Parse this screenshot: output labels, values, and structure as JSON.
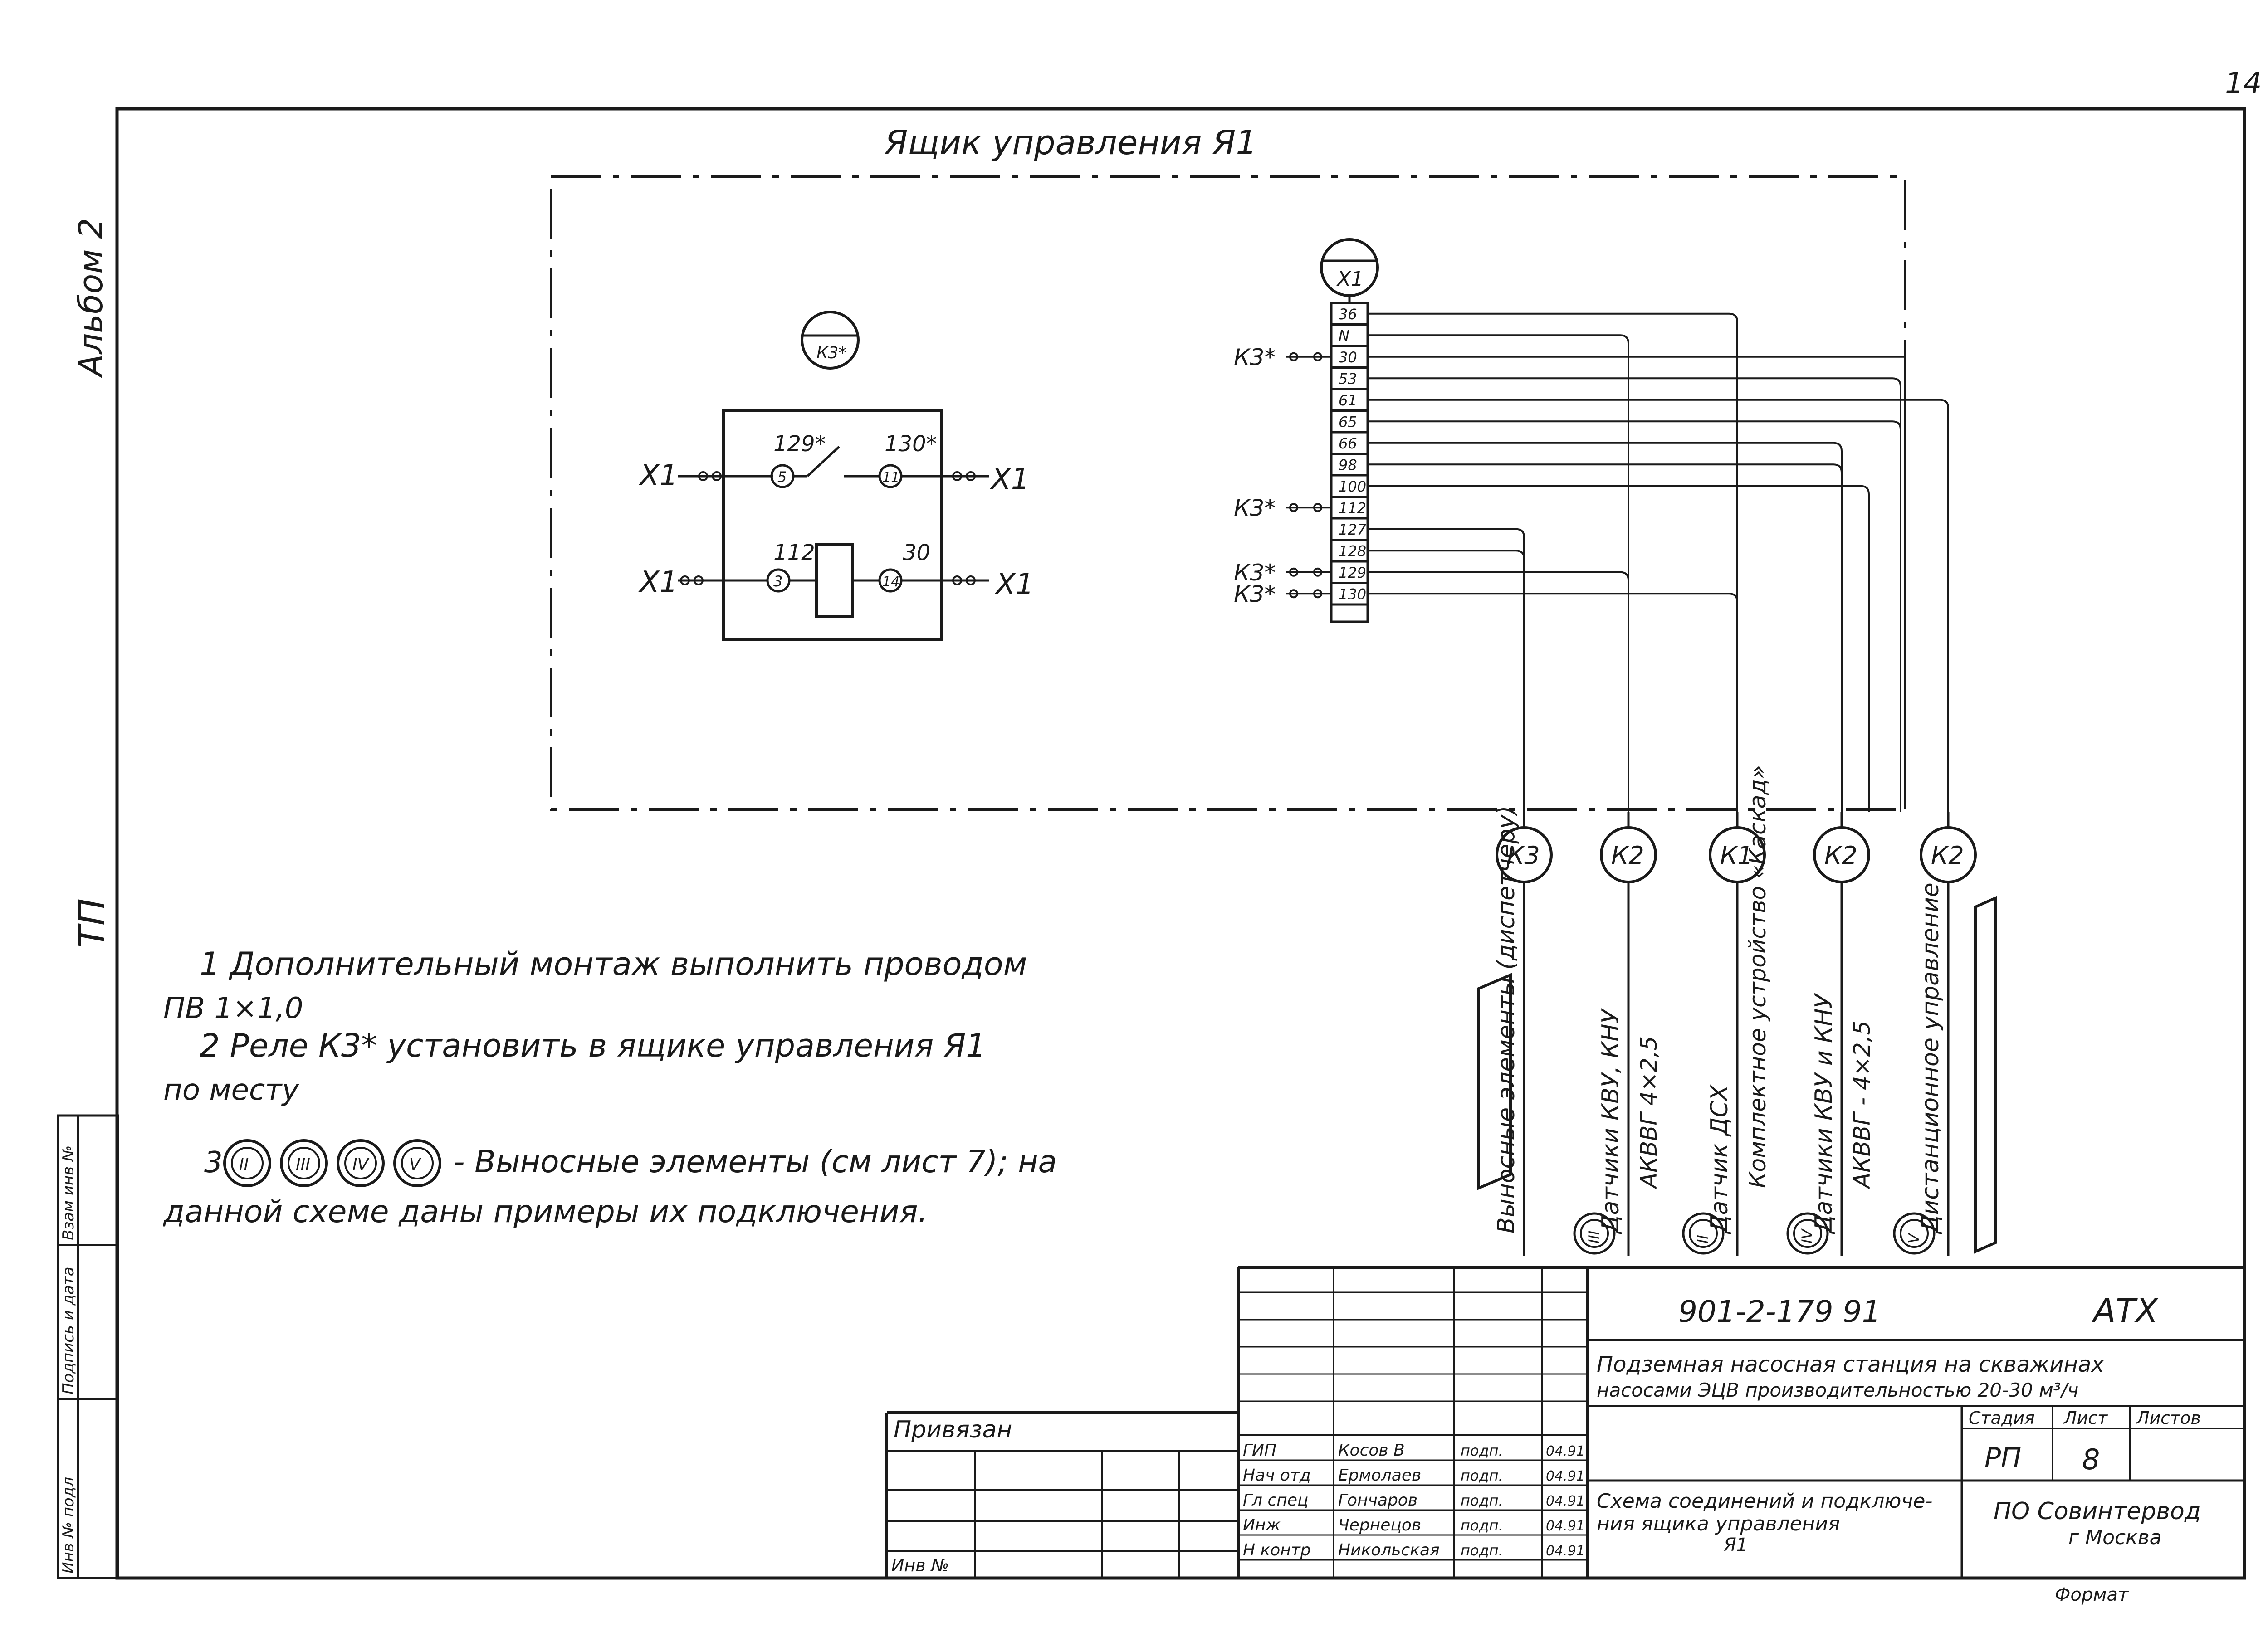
{
  "page": {
    "sheet_number_corner": "14",
    "album_label": "Альбом 2",
    "tp_label": "ТП"
  },
  "box": {
    "title": "Ящик управления Я1"
  },
  "relay": {
    "tag": "К3*",
    "x1_left_top": "Х1",
    "x1_right_top": "Х1",
    "x1_left_bottom": "Х1",
    "x1_right_bottom": "Х1",
    "wire_129": "129*",
    "wire_130": "130*",
    "wire_112": "112",
    "wire_30": "30",
    "terminal_5": "5",
    "terminal_11": "11",
    "terminal_3": "3",
    "terminal_14": "14"
  },
  "terminal_block": {
    "tag": "Х1",
    "terminals": [
      "36",
      "N",
      "30",
      "53",
      "61",
      "65",
      "66",
      "98",
      "100",
      "112",
      "127",
      "128",
      "129",
      "130"
    ],
    "k3_labels": [
      "К3*",
      "К3*",
      "К3*",
      "К3*"
    ]
  },
  "cables": [
    {
      "tag": "К3",
      "description": "Выносные элементы (диспетчеру)",
      "marker": ""
    },
    {
      "tag": "К2",
      "description": "Датчики КВУ, КНУ",
      "spec": "АКВВГ 4×2,5",
      "marker": "III"
    },
    {
      "tag": "К1",
      "description": "Датчик ДСХ",
      "spec": "Комплектное устройство «Каскад»",
      "marker": "II"
    },
    {
      "tag": "К2",
      "description": "Датчики КВУ и КНУ",
      "spec": "АКВВГ - 4×2,5",
      "marker": "IV"
    },
    {
      "tag": "К2",
      "description": "Дистанционное управление",
      "marker": "V"
    }
  ],
  "notes": {
    "n1_line1": "1 Дополнительный монтаж выполнить проводом",
    "n1_line2": "ПВ 1×1,0",
    "n2_line1": "2 Реле К3* установить в ящике управления Я1",
    "n2_line2": "по месту",
    "n3_prefix": "3",
    "n3_markers": [
      "II",
      "III",
      "IV",
      "V"
    ],
    "n3_text": "- Выносные элементы (см лист 7); на",
    "n3_line2": "данной схеме даны примеры их подключения."
  },
  "side_stamp": {
    "col1": "Инв № подл",
    "col2": "Подпись и дата",
    "col3": "Взам инв №"
  },
  "title_block": {
    "doc_code": "901-2-179 91",
    "mark": "АТХ",
    "title_line1": "Подземная насосная станция на скважинах",
    "title_line2": "насосами ЭЦВ производительностью 20-30 м³/ч",
    "stage_header": "Стадия",
    "sheet_header": "Лист",
    "sheets_header": "Листов",
    "stage_value": "РП",
    "sheet_value": "8",
    "drawing_title_line1": "Схема соединений и подключе-",
    "drawing_title_line2": "ния ящика управления",
    "drawing_title_line3": "Я1",
    "org_line1": "ПО Совинтервод",
    "org_line2": "г Москва",
    "privyazan": "Привязан",
    "inv_no": "Инв №",
    "roles": [
      "ГИП",
      "Нач отд",
      "Гл спец",
      "Инж",
      "Н контр"
    ],
    "names": [
      "Косов В",
      "Ермолаев",
      "Гончаров",
      "Чернецов",
      "Никольская"
    ],
    "signatures": [
      "подп.",
      "подп.",
      "подп.",
      "подп.",
      "подп."
    ],
    "dates": [
      "04.91",
      "04.91",
      "04.91",
      "04.91",
      "04.91"
    ],
    "format": "Формат"
  }
}
